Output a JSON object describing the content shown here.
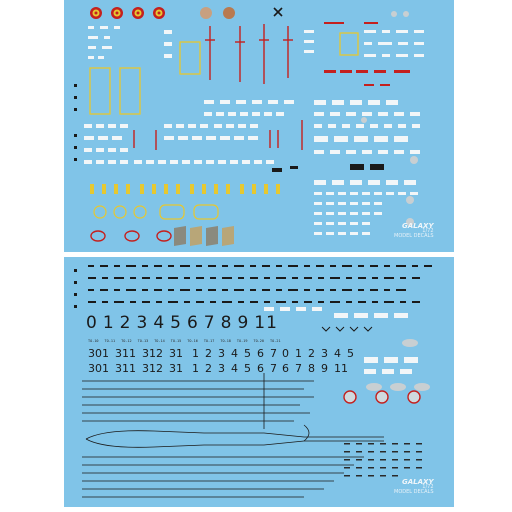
{
  "sheet": {
    "background": "#80c4e8",
    "decal_white": "#f2f6f8",
    "decal_red": "#c4201e",
    "decal_yellow": "#e6c830",
    "decal_black": "#1a1a1a",
    "decal_grey": "#8a8a7e"
  },
  "brand": {
    "logo_text": "GALAXY",
    "scale": "1/72",
    "tagline": "MODEL DECALS"
  },
  "numbers": {
    "big_row": [
      "0",
      "1",
      "2",
      "3",
      "4",
      "5",
      "6",
      "7",
      "8",
      "9",
      "11"
    ],
    "big_captions": [
      "TO-10",
      "TO-11",
      "TO-12",
      "TO-13",
      "TO-14",
      "TO-15",
      "TO-16",
      "TO-17",
      "TO-18",
      "TO-19",
      "TO-20",
      "TO-21"
    ],
    "left_codes_row1": [
      "301",
      "311",
      "312",
      "31"
    ],
    "left_codes_row2": [
      "301",
      "311",
      "312",
      "31"
    ],
    "mid_row1": [
      "1",
      "2",
      "3",
      "4",
      "5",
      "6",
      "7"
    ],
    "mid_row2": [
      "1",
      "2",
      "3",
      "4",
      "5",
      "6",
      "7"
    ],
    "right_row1": [
      "0",
      "1",
      "2",
      "3",
      "4",
      "5"
    ],
    "right_row2": [
      "6",
      "7",
      "8",
      "9",
      "11"
    ]
  }
}
